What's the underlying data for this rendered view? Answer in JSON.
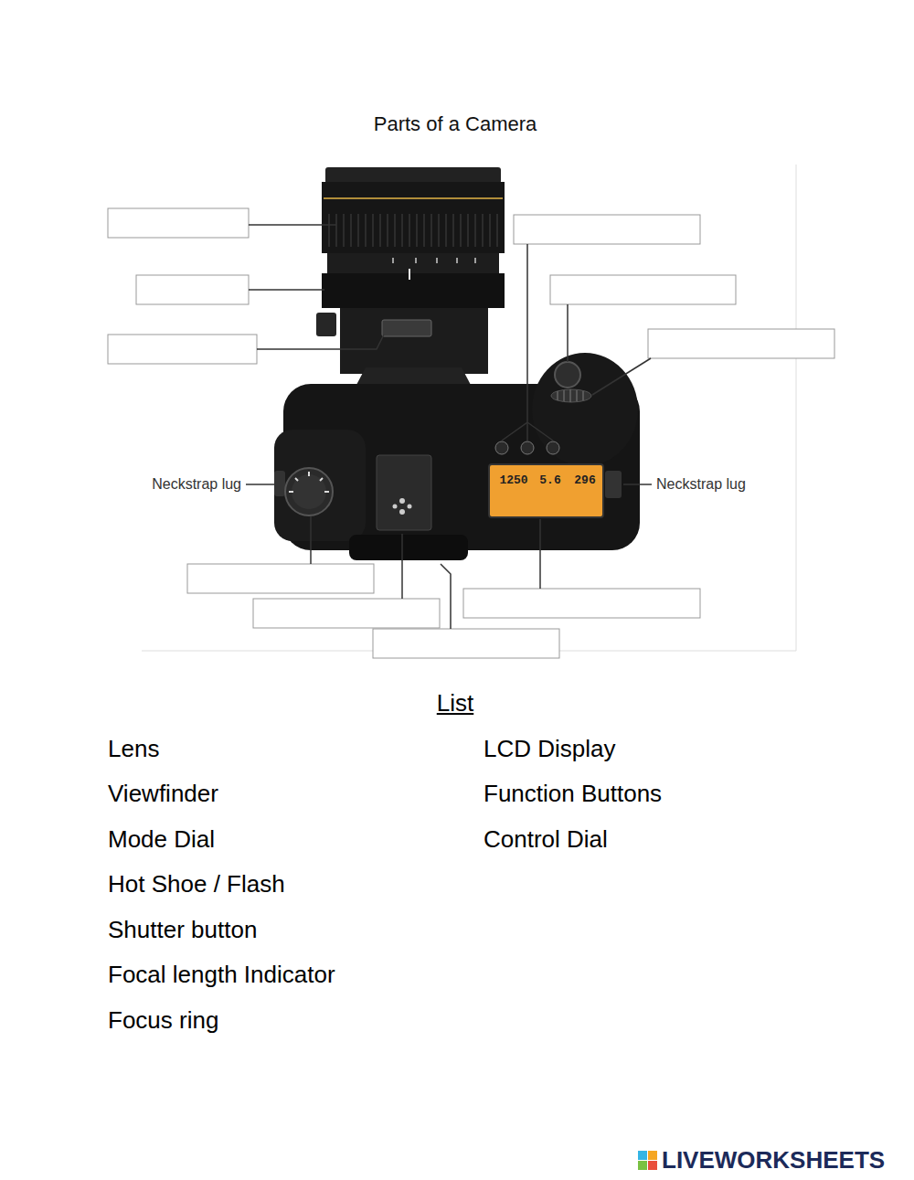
{
  "diagram": {
    "title": "Parts of a Camera",
    "labels": [
      "Neckstrap lug",
      "Neckstrap lug",
      "1250",
      "5.6",
      "296",
      "List",
      "Lens",
      "Viewfinder",
      "Mode Dial",
      "Hot Shoe / Flash",
      "Shutter button",
      "Focal length Indicator",
      "Focus ring",
      "LCD Display",
      "Function Buttons",
      "Control Dial",
      "LIVEWORKSHEETS"
    ]
  }
}
